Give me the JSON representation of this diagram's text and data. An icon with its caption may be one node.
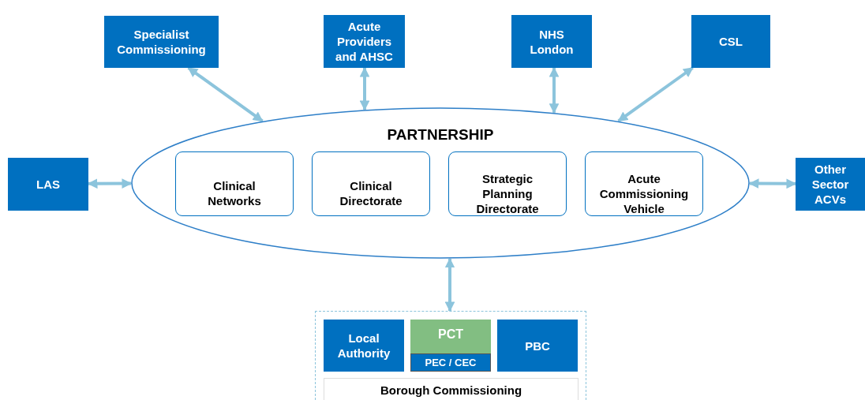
{
  "diagram": {
    "nodes": [
      {
        "text": [
          "Specialist Commissioning"
        ]
      },
      {
        "text": [
          "Acute Providers and AHSC"
        ]
      },
      {
        "text": [
          "NHS London"
        ]
      },
      {
        "text": [
          "CSL"
        ]
      },
      {
        "text": [
          "LAS"
        ]
      },
      {
        "text": [
          "PARTNERSHIP"
        ]
      },
      {
        "text": [
          "Clinical Networks"
        ],
        "in": 5
      },
      {
        "text": [
          "Clinical Directorate"
        ],
        "in": 5
      },
      {
        "text": [
          "Strategic Planning Directorate"
        ],
        "in": 5
      },
      {
        "text": [
          "Acute Commissioning Vehicle"
        ],
        "in": 5
      },
      {
        "text": [
          "Other Sector ACVs"
        ]
      },
      {
        "text": [],
        "shape": "box"
      },
      {
        "text": [
          "Local Authority"
        ],
        "in": 11
      },
      {
        "text": [
          "PCT"
        ],
        "in": 11
      },
      {
        "text": [
          "PEC / CEC"
        ],
        "in": 13
      },
      {
        "text": [
          "PBC"
        ],
        "in": 11
      },
      {
        "text": [
          "Borough Commissioning"
        ],
        "in": 11
      }
    ],
    "edges": [
      {
        "from": 0,
        "to": 5,
        "arrow": "both"
      },
      {
        "from": 1,
        "to": 5,
        "arrow": "both"
      },
      {
        "from": 2,
        "to": 5,
        "arrow": "both"
      },
      {
        "from": 3,
        "to": 5,
        "arrow": "both"
      },
      {
        "from": 4,
        "to": 5,
        "arrow": "both"
      },
      {
        "from": 5,
        "to": 10,
        "arrow": "both"
      },
      {
        "from": 5,
        "to": 11,
        "arrow": "both"
      }
    ]
  }
}
